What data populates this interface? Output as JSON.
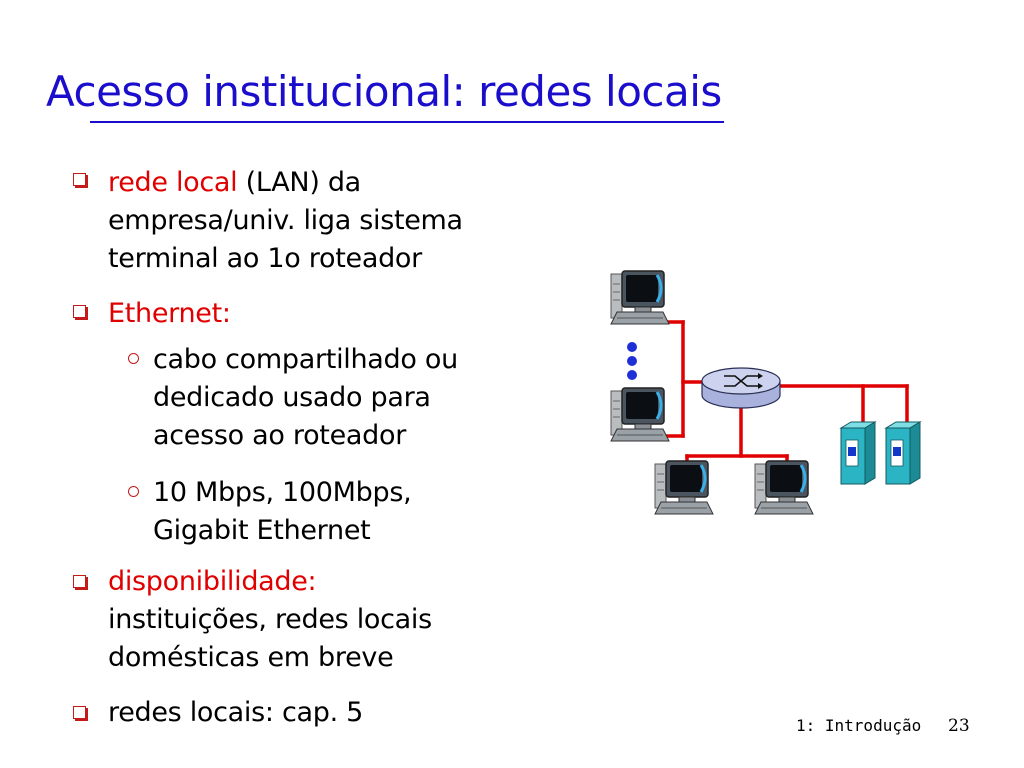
{
  "title": "Acesso institucional: redes locais",
  "bullets": [
    {
      "highlight": "rede local",
      "text": " (LAN) da",
      "continuation": [
        "empresa/univ. liga sistema",
        "terminal ao 1o roteador"
      ]
    },
    {
      "highlight": "Ethernet:",
      "subbullets": [
        {
          "lines": [
            "cabo compartilhado ou",
            "dedicado usado para",
            "acesso ao roteador"
          ]
        },
        {
          "lines": [
            "10 Mbps, 100Mbps,",
            "Gigabit Ethernet"
          ]
        }
      ]
    },
    {
      "highlight": "disponibilidade:",
      "continuation": [
        "instituições, redes locais",
        "domésticas em breve"
      ]
    },
    {
      "text": "redes locais:  cap. 5"
    }
  ],
  "diagram": {
    "nodes": [
      "pc",
      "pc",
      "pc",
      "pc",
      "router",
      "server",
      "server"
    ],
    "colors": {
      "link": "#e10000",
      "router_fill": "#cdd3ee",
      "server_fill": "#2bb4c4",
      "ellipsis_dots": "#1f2fd6"
    }
  },
  "footer": {
    "label": "1: Introdução",
    "page": "23"
  },
  "colors": {
    "title": "#1a0dcc",
    "highlight": "#e00000",
    "bullet_marker": "#c41a1a"
  }
}
